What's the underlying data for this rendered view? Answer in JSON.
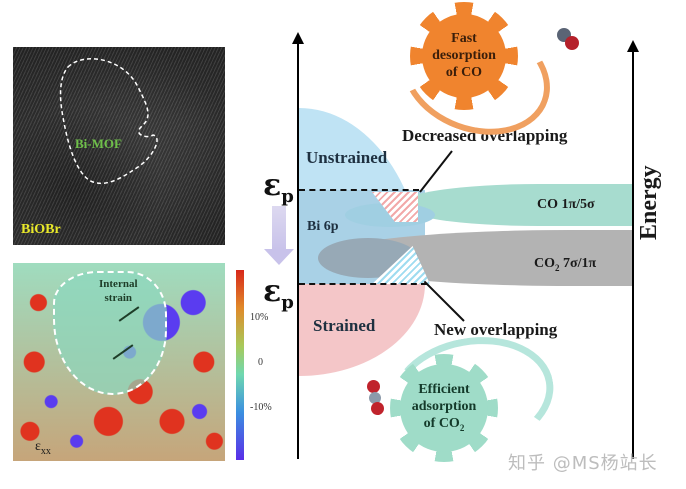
{
  "tem_panel": {
    "label_substrate": "BiOBr",
    "label_region": "Bi-MOF"
  },
  "strain_map": {
    "annotation": "Internal strain",
    "annotation_line1": "Internal",
    "annotation_line2": "strain",
    "component_symbol": "ε",
    "component_subscript": "xx",
    "colorbar": {
      "ticks": [
        "10%",
        "0",
        "-10%"
      ],
      "colors": [
        "#d8281a",
        "#e08a2a",
        "#a8c95a",
        "#6fd8b0",
        "#3b8fe0",
        "#5a2ee8"
      ]
    }
  },
  "diagram": {
    "fermi_symbol": "ε",
    "fermi_subscript": "p",
    "regions": {
      "unstrained": "Unstrained",
      "strained": "Strained",
      "bi_band": "Bi 6p"
    },
    "bands": {
      "co": {
        "label": "CO 1π/5σ",
        "color": "#a7dccf"
      },
      "co2": {
        "label_main": "CO",
        "label_sub": "2",
        "label_rest": " 7σ/1π",
        "color": "#b3b3b3"
      }
    },
    "annotations": {
      "decreased": "Decreased overlapping",
      "new": "New overlapping"
    },
    "axis_label": "Energy",
    "gear_top": {
      "line1": "Fast",
      "line2": "desorption",
      "line3": "of CO",
      "color": "#f0842e"
    },
    "gear_bottom": {
      "line1": "Efficient",
      "line2": "adsorption",
      "line3_main": "of CO",
      "line3_sub": "2",
      "color": "#9fdcc8"
    }
  },
  "watermark": "知乎 @MS杨站长"
}
